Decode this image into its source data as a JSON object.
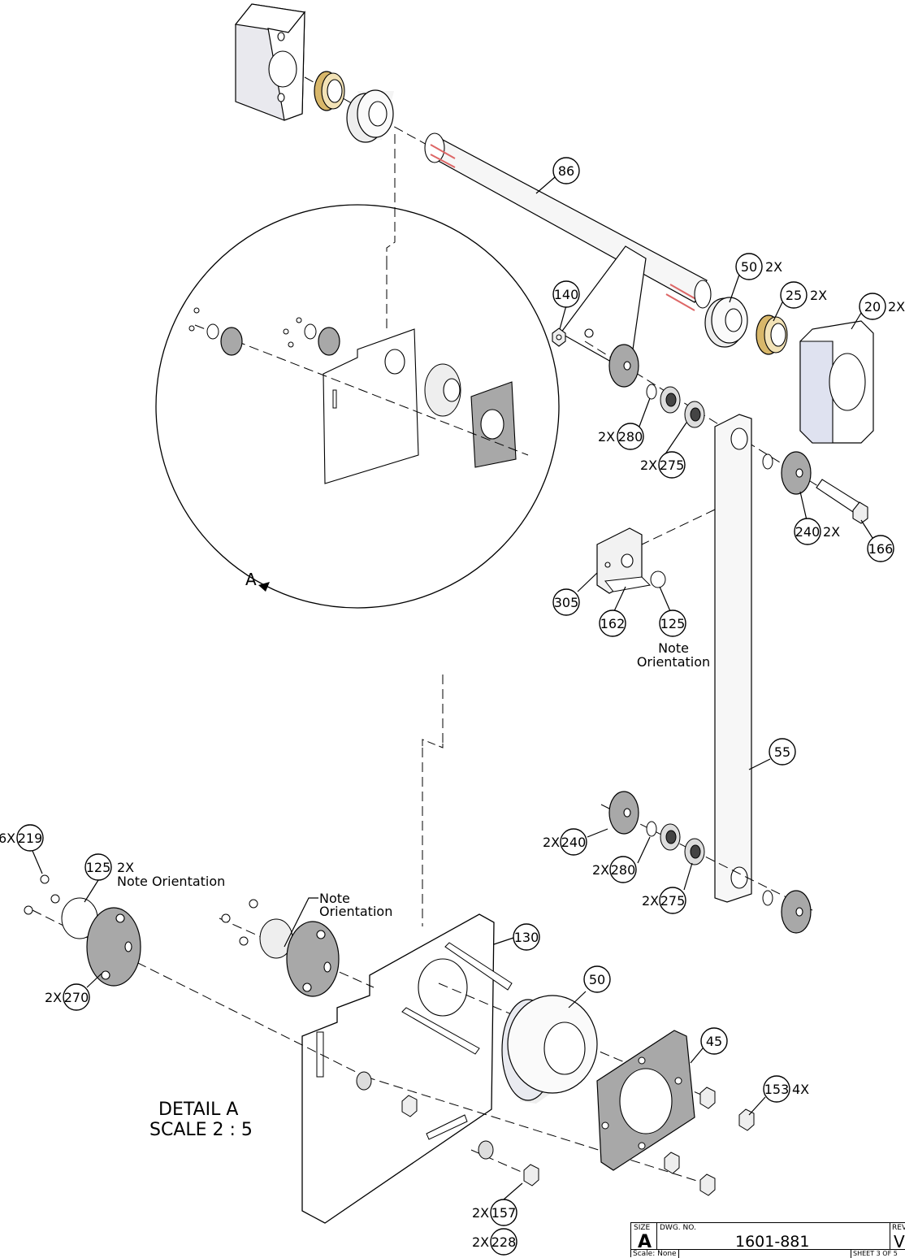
{
  "detail": {
    "title": "DETAIL A",
    "scale": "SCALE 2 : 5",
    "marker": "A"
  },
  "balloons": [
    {
      "id": "86",
      "mult": ""
    },
    {
      "id": "50",
      "mult": "2X"
    },
    {
      "id": "25",
      "mult": "2X"
    },
    {
      "id": "20",
      "mult": "2X"
    },
    {
      "id": "140",
      "mult": ""
    },
    {
      "id": "280",
      "mult": "2X"
    },
    {
      "id": "275",
      "mult": "2X"
    },
    {
      "id": "240",
      "mult": "2X"
    },
    {
      "id": "166",
      "mult": ""
    },
    {
      "id": "305",
      "mult": ""
    },
    {
      "id": "162",
      "mult": ""
    },
    {
      "id": "125",
      "mult": ""
    },
    {
      "id": "55",
      "mult": ""
    },
    {
      "id": "240",
      "mult": "2X"
    },
    {
      "id": "280",
      "mult": "2X"
    },
    {
      "id": "275",
      "mult": "2X"
    },
    {
      "id": "219",
      "mult": "6X"
    },
    {
      "id": "125",
      "mult": "2X"
    },
    {
      "id": "270",
      "mult": "2X"
    },
    {
      "id": "130",
      "mult": ""
    },
    {
      "id": "50",
      "mult": ""
    },
    {
      "id": "45",
      "mult": ""
    },
    {
      "id": "153",
      "mult": "4X"
    },
    {
      "id": "157",
      "mult": "2X"
    },
    {
      "id": "228",
      "mult": "2X"
    }
  ],
  "notes": {
    "upper_125_line1": "Note",
    "upper_125_line2": "Orientation",
    "lower_125": "Note Orientation",
    "hub_line1": "Note",
    "hub_line2": "Orientation"
  },
  "title_block": {
    "size_label": "SIZE",
    "size_value": "A",
    "dwg_label": "DWG.  NO.",
    "dwg_value": "1601-881",
    "rev_label": "REV",
    "rev_value": "V",
    "scale": "Scale: None",
    "sheet": "SHEET 3 OF 5"
  }
}
